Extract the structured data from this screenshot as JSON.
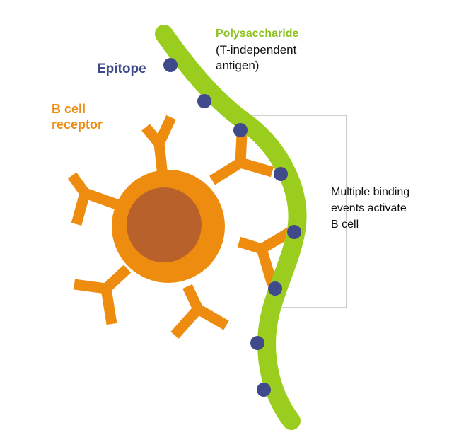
{
  "labels": {
    "polysaccharide_title": "Polysaccharide",
    "polysaccharide_sub_1": "(T-independent",
    "polysaccharide_sub_2": "antigen)",
    "epitope": "Epitope",
    "bcr_line_1": "B cell",
    "bcr_line_2": "receptor",
    "binding_line_1": "Multiple binding",
    "binding_line_2": "events activate",
    "binding_line_3": "B cell"
  },
  "colors": {
    "polysaccharide_green": "#9ACD1E",
    "epitope_navy": "#3F4A8A",
    "bcell_orange": "#EE8C10",
    "nucleus_brown": "#B8612A",
    "bracket_gray": "#BFBFBF",
    "text_dark": "#111111"
  }
}
